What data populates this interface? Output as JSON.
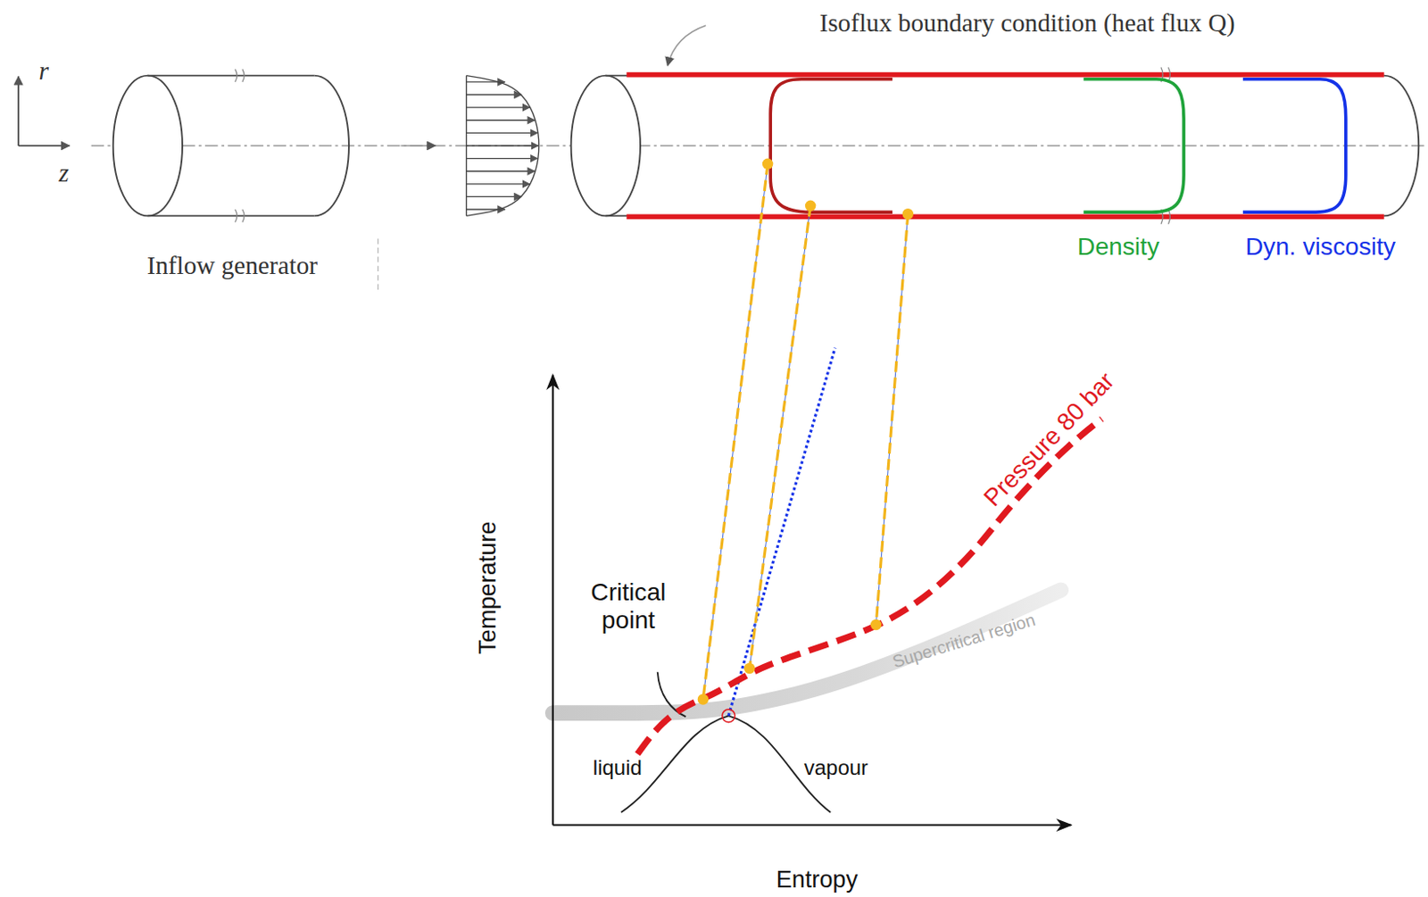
{
  "diagram": {
    "labels": [
      "Isoflux boundary condition (heat flux Q)",
      "r",
      "z",
      "Inflow generator",
      "Density",
      "Dyn. viscosity",
      "Temperature",
      "Entropy",
      "Critical point",
      "Supercritical region",
      "Pressure 80 bar",
      "liquid",
      "vapour"
    ]
  }
}
